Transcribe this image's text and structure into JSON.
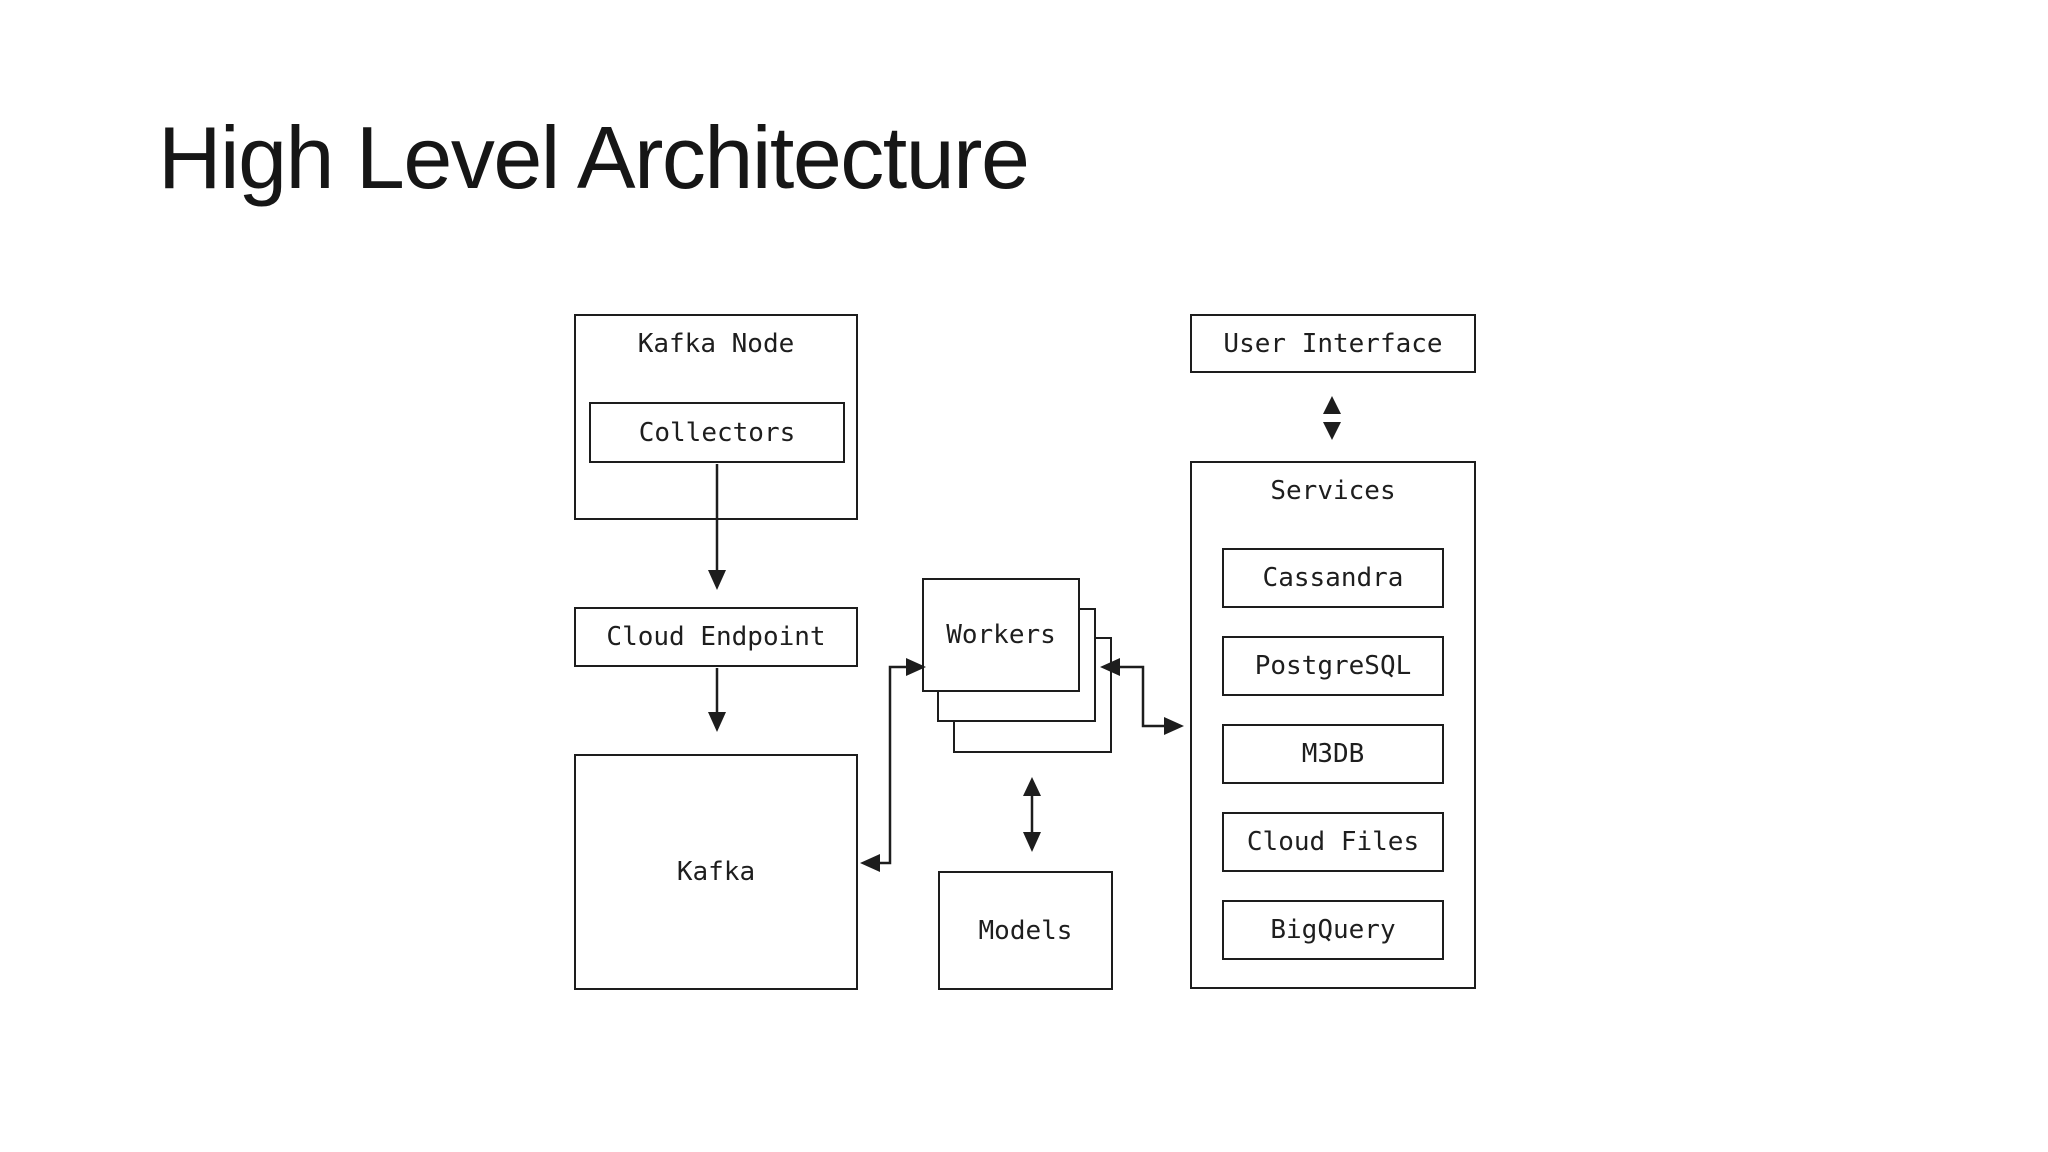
{
  "title": "High Level Architecture",
  "colors": {
    "background": "#ffffff",
    "ink": "#1d1d1d"
  },
  "diagram": {
    "kafka_node": {
      "label": "Kafka Node",
      "collectors": "Collectors"
    },
    "cloud_endpoint": {
      "label": "Cloud Endpoint"
    },
    "kafka": {
      "label": "Kafka"
    },
    "workers": {
      "label": "Workers"
    },
    "models": {
      "label": "Models"
    },
    "user_interface": {
      "label": "User Interface"
    },
    "services": {
      "label": "Services",
      "items": [
        "Cassandra",
        "PostgreSQL",
        "M3DB",
        "Cloud Files",
        "BigQuery"
      ]
    },
    "edges": [
      {
        "from": "Collectors",
        "to": "Cloud Endpoint",
        "type": "arrow"
      },
      {
        "from": "Cloud Endpoint",
        "to": "Kafka",
        "type": "arrow"
      },
      {
        "from": "Kafka",
        "to": "Workers",
        "type": "bidirectional"
      },
      {
        "from": "Workers",
        "to": "Services",
        "type": "bidirectional"
      },
      {
        "from": "Workers",
        "to": "Models",
        "type": "bidirectional"
      },
      {
        "from": "User Interface",
        "to": "Services",
        "type": "bidirectional"
      }
    ]
  }
}
